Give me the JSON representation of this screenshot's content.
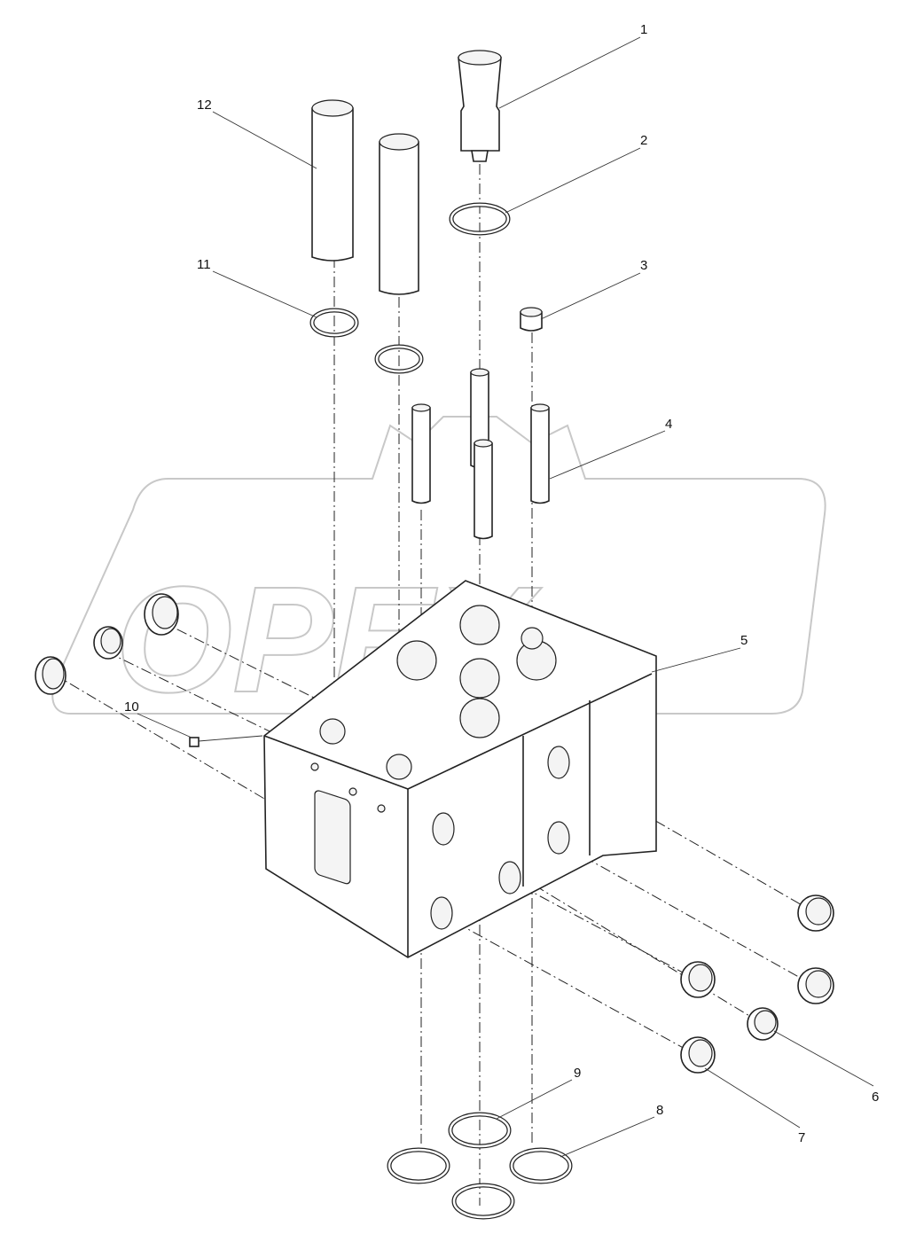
{
  "watermark": {
    "text": "OPEX"
  },
  "callouts": [
    {
      "id": "1",
      "label": "1"
    },
    {
      "id": "2",
      "label": "2"
    },
    {
      "id": "3",
      "label": "3"
    },
    {
      "id": "4",
      "label": "4"
    },
    {
      "id": "5",
      "label": "5"
    },
    {
      "id": "6",
      "label": "6"
    },
    {
      "id": "7",
      "label": "7"
    },
    {
      "id": "8",
      "label": "8"
    },
    {
      "id": "9",
      "label": "9"
    },
    {
      "id": "10",
      "label": "10"
    },
    {
      "id": "11",
      "label": "11"
    },
    {
      "id": "12",
      "label": "12"
    }
  ]
}
